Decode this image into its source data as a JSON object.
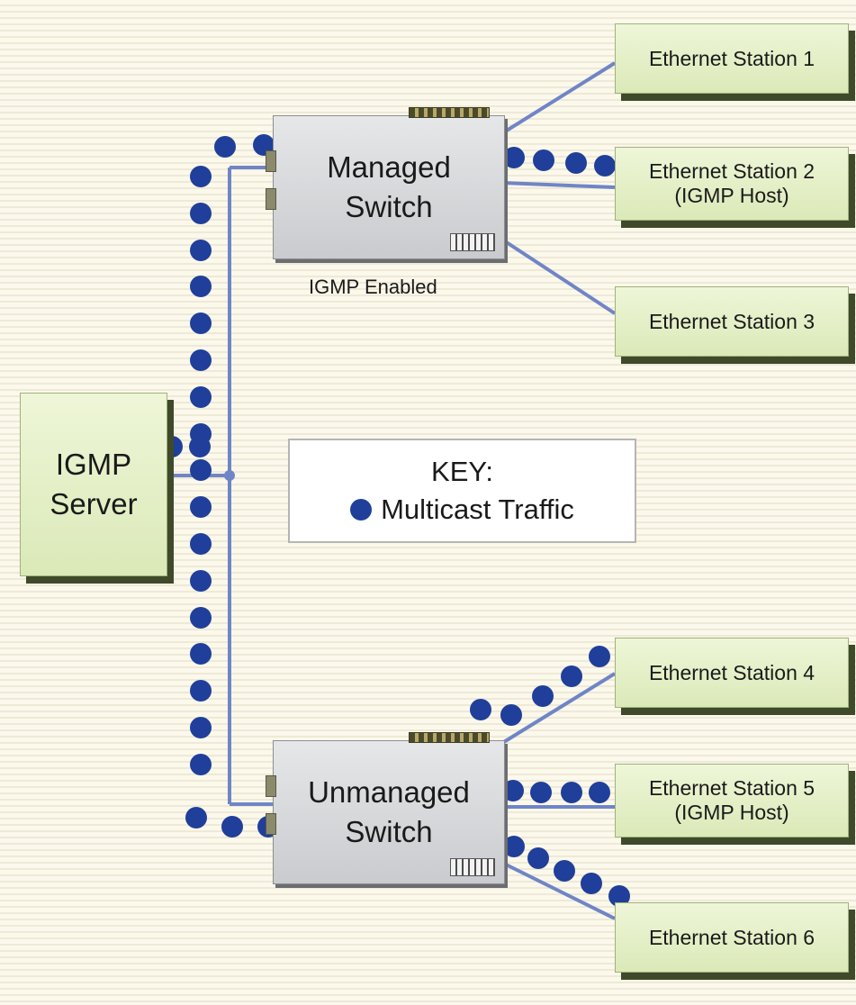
{
  "server": {
    "line1": "IGMP",
    "line2": "Server"
  },
  "switches": {
    "managed": {
      "line1": "Managed",
      "line2": "Switch",
      "caption": "IGMP Enabled"
    },
    "unmanaged": {
      "line1": "Unmanaged",
      "line2": "Switch"
    }
  },
  "stations": [
    {
      "line1": "Ethernet Station 1",
      "line2": ""
    },
    {
      "line1": "Ethernet Station 2",
      "line2": "(IGMP Host)"
    },
    {
      "line1": "Ethernet Station 3",
      "line2": ""
    },
    {
      "line1": "Ethernet Station 4",
      "line2": ""
    },
    {
      "line1": "Ethernet Station 5",
      "line2": "(IGMP Host)"
    },
    {
      "line1": "Ethernet Station 6",
      "line2": ""
    }
  ],
  "key": {
    "title": "KEY:",
    "item_label": "Multicast Traffic"
  },
  "colors": {
    "link_line": "#6f85c6",
    "multicast_dot": "#1f3f9a",
    "node_fill": "#dbe9b8",
    "switch_fill": "#d3d5d8"
  }
}
